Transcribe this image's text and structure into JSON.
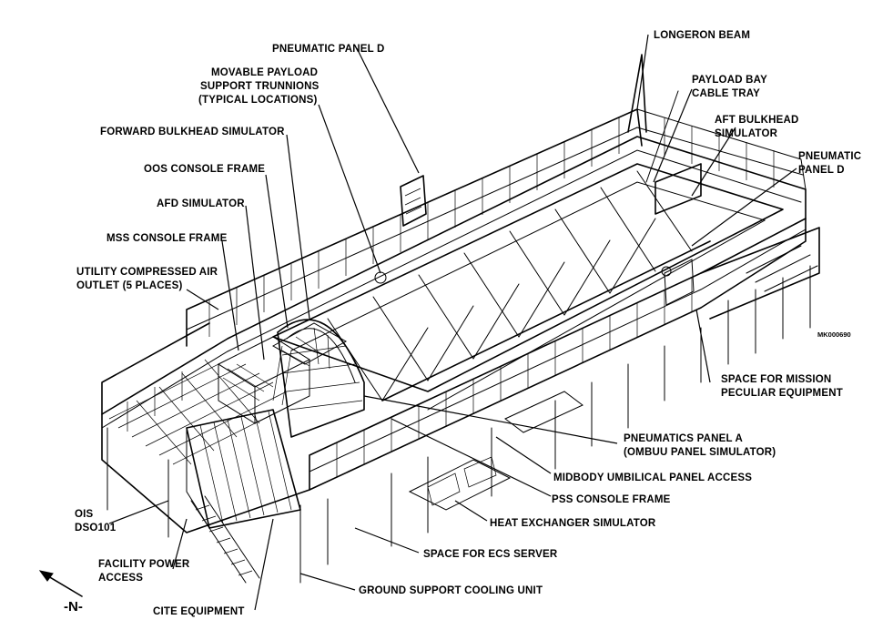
{
  "figure_id": "MK000690",
  "north_label": "-N-",
  "labels": {
    "pneumatic_panel_d_top": "PNEUMATIC PANEL D",
    "longeron_beam": "LONGERON BEAM",
    "movable_trunnions": [
      "MOVABLE PAYLOAD",
      "SUPPORT TRUNNIONS",
      "(TYPICAL LOCATIONS)"
    ],
    "payload_bay_cable_tray": [
      "PAYLOAD BAY",
      "CABLE TRAY"
    ],
    "aft_bulkhead_simulator": [
      "AFT BULKHEAD",
      "SIMULATOR"
    ],
    "pneumatic_panel_d_right": [
      "PNEUMATIC",
      "PANEL D"
    ],
    "forward_bulkhead_simulator": "FORWARD BULKHEAD SIMULATOR",
    "oos_console_frame": "OOS CONSOLE FRAME",
    "afd_simulator": "AFD SIMULATOR",
    "mss_console_frame": "MSS CONSOLE FRAME",
    "utility_compressed_air": [
      "UTILITY COMPRESSED AIR",
      "OUTLET (5 PLACES)"
    ],
    "space_mission_peculiar": [
      "SPACE FOR MISSION",
      "PECULIAR EQUIPMENT"
    ],
    "pneumatics_panel_a": [
      "PNEUMATICS PANEL A",
      "(OMBUU PANEL SIMULATOR)"
    ],
    "midbody_umbilical": "MIDBODY UMBILICAL PANEL ACCESS",
    "pss_console_frame": "PSS CONSOLE FRAME",
    "ois": [
      "OIS",
      "DSO101"
    ],
    "heat_exchanger_simulator": "HEAT EXCHANGER SIMULATOR",
    "space_ecs_server": "SPACE FOR ECS SERVER",
    "facility_power_access": [
      "FACILITY POWER",
      "ACCESS"
    ],
    "ground_support_cooling": "GROUND SUPPORT COOLING UNIT",
    "cite_equipment": "CITE EQUIPMENT"
  }
}
